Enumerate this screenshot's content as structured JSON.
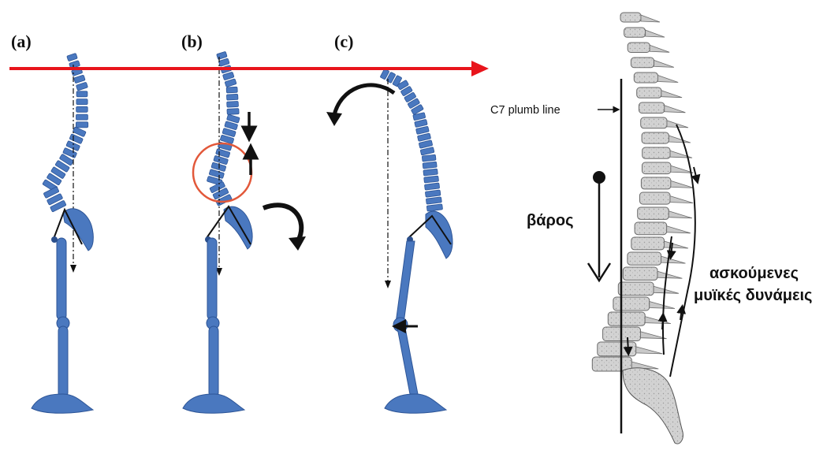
{
  "panels": {
    "a": {
      "label": "(a)"
    },
    "b": {
      "label": "(b)"
    },
    "c": {
      "label": "(c)"
    }
  },
  "right_figure": {
    "plumb_line_label": "C7 plumb line",
    "weight_label": "βάρος",
    "muscle_forces_line1": "ασκούμενες",
    "muscle_forces_line2": "μυϊκές δυνάμεις"
  },
  "colors": {
    "bone_blue": "#4a78bf",
    "bone_outline": "#2d5597",
    "reference_arrow": "#e8141b",
    "highlight_circle": "#e2583a",
    "ink": "#111111",
    "spine_grey": "#c9c9c9",
    "spine_outline": "#6a6a6a"
  },
  "icons": {
    "horizontal_reference_arrow": "arrow-right-icon",
    "rotation_arrow_b": "curved-arrow-clockwise-icon",
    "rotation_arrow_c": "curved-arrow-counterclockwise-icon",
    "weight_arrow": "arrow-down-icon"
  }
}
